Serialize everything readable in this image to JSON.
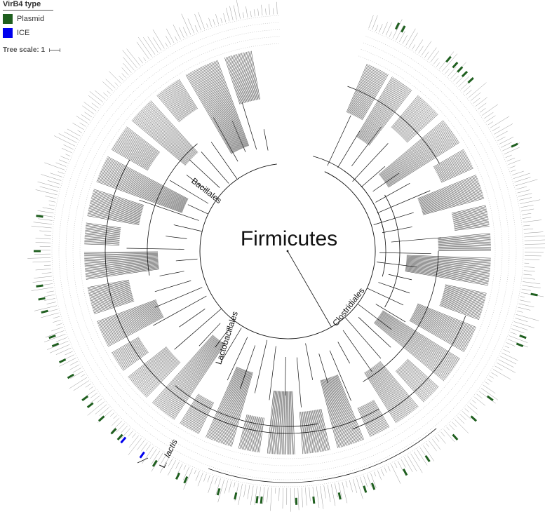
{
  "legend": {
    "title": "VirB4 type",
    "items": [
      {
        "label": "Plasmid",
        "color": "#1f5f1f"
      },
      {
        "label": "ICE",
        "color": "#0000ee"
      }
    ]
  },
  "tree_scale": {
    "label": "Tree scale: 1"
  },
  "phylum_label": "Firmicutes",
  "clade_labels": {
    "bacillales": "Bacillales",
    "lactobacillales": "Lactobacillales",
    "clostridiales": "Clostridiales"
  },
  "species_label": {
    "genus": "L.",
    "species": "lactis"
  },
  "colors": {
    "branch": "#111111",
    "ring": "#bdbdbd",
    "plasmid": "#1f5f1f",
    "ice": "#0000ee"
  }
}
